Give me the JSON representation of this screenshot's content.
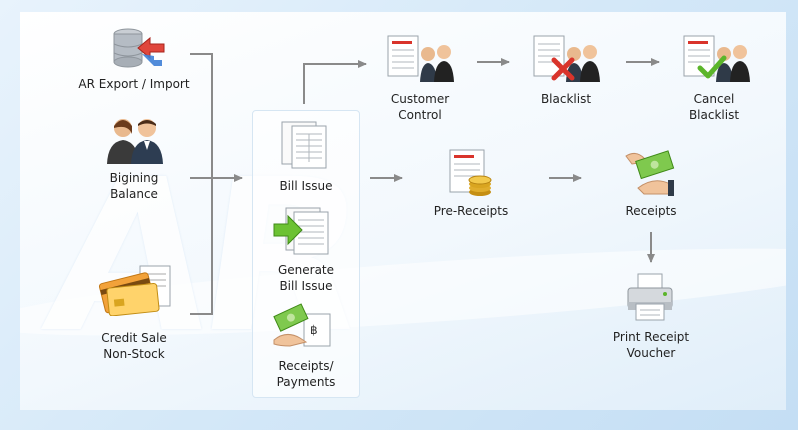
{
  "watermark": "AR",
  "nodes": {
    "ar_export_import": "AR Export / Import",
    "begining_balance": "Bigining\nBalance",
    "credit_sale_non_stock": "Credit Sale\nNon-Stock",
    "bill_issue": "Bill Issue",
    "generate_bill_issue": "Generate\nBill Issue",
    "receipts_payments": "Receipts/\nPayments",
    "customer_control": "Customer\nControl",
    "blacklist": "Blacklist",
    "cancel_blacklist": "Cancel\nBlacklist",
    "pre_receipts": "Pre-Receipts",
    "receipts": "Receipts",
    "print_receipt_voucher": "Print Receipt\nVoucher"
  },
  "colors": {
    "arrow": "#8a8a8a",
    "accent_red": "#d9342b",
    "accent_green": "#5bb52a",
    "coin_gold": "#d9a520"
  },
  "icons": [
    "database-export-icon",
    "users-icon",
    "credit-card-icon",
    "document-icon",
    "document-generate-icon",
    "money-receipt-icon",
    "customer-control-icon",
    "blacklist-icon",
    "cancel-blacklist-icon",
    "coins-document-icon",
    "cash-hand-icon",
    "printer-icon"
  ]
}
